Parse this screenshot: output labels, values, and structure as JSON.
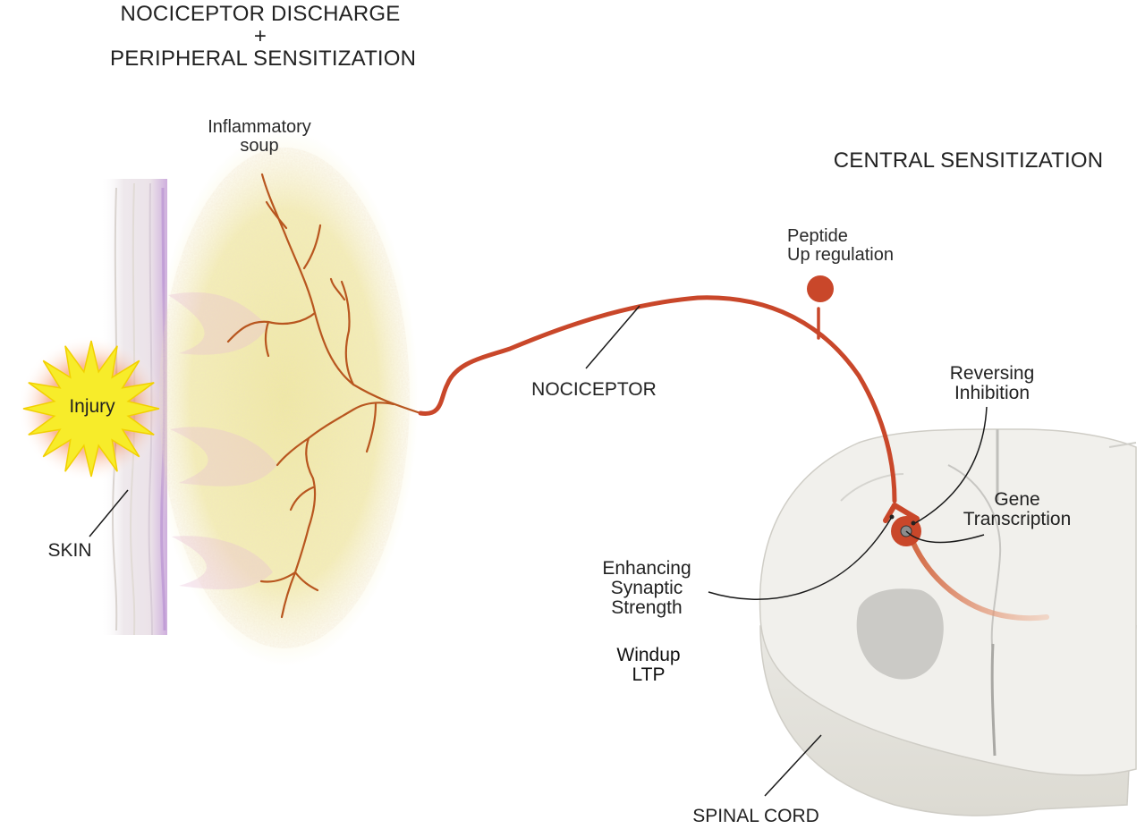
{
  "title": {
    "line1": "NOCICEPTOR DISCHARGE",
    "line2": "+",
    "line3": "PERIPHERAL SENSITIZATION"
  },
  "central_title": "CENTRAL SENSITIZATION",
  "labels": {
    "inflammatory_1": "Inflammatory",
    "inflammatory_2": "soup",
    "injury": "Injury",
    "skin": "SKIN",
    "nociceptor": "NOCICEPTOR",
    "peptide_1": "Peptide",
    "peptide_2": "Up regulation",
    "reversing_1": "Reversing",
    "reversing_2": "Inhibition",
    "gene_1": "Gene",
    "gene_2": "Transcription",
    "enhancing_1": "Enhancing",
    "enhancing_2": "Synaptic",
    "enhancing_3": "Strength",
    "windup_1": "Windup",
    "windup_2": "LTP",
    "spinal_cord": "SPINAL CORD"
  },
  "colors": {
    "nerve": "#c9472a",
    "branch": "#b8561f",
    "soup": "#eee9a0",
    "starburst": "#f7ec2a",
    "skin_purple": "#b48cd0"
  }
}
